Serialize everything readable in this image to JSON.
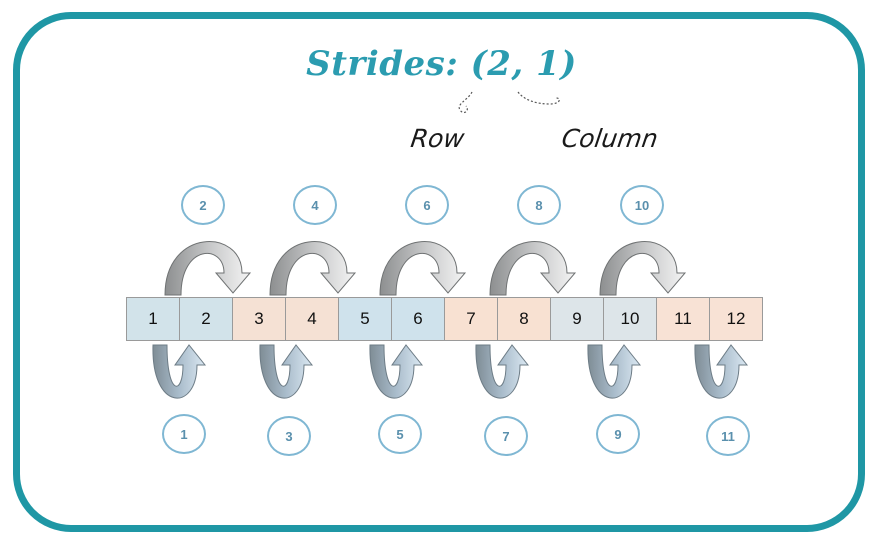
{
  "title": "Strides: (2, 1)",
  "row_label": "Row",
  "column_label": "Column",
  "cells": [
    {
      "label": "1",
      "color": "#d2e3ea"
    },
    {
      "label": "2",
      "color": "#d2e3ea"
    },
    {
      "label": "3",
      "color": "#f5e1d4"
    },
    {
      "label": "4",
      "color": "#f5e1d4"
    },
    {
      "label": "5",
      "color": "#cfe2ec"
    },
    {
      "label": "6",
      "color": "#cfe2ec"
    },
    {
      "label": "7",
      "color": "#f8e1d2"
    },
    {
      "label": "8",
      "color": "#f8e1d2"
    },
    {
      "label": "9",
      "color": "#dde5e9"
    },
    {
      "label": "10",
      "color": "#dde5e9"
    },
    {
      "label": "11",
      "color": "#f8e2d5"
    },
    {
      "label": "12",
      "color": "#f8e2d5"
    }
  ],
  "row_steps": [
    "2",
    "4",
    "6",
    "8",
    "10"
  ],
  "column_steps": [
    "1",
    "3",
    "5",
    "7",
    "9",
    "11"
  ],
  "colors": {
    "frame": "#1f97a5",
    "title": "#2b9cb0",
    "circle_border": "#7fb7d3",
    "circle_text": "#5a90ad"
  }
}
